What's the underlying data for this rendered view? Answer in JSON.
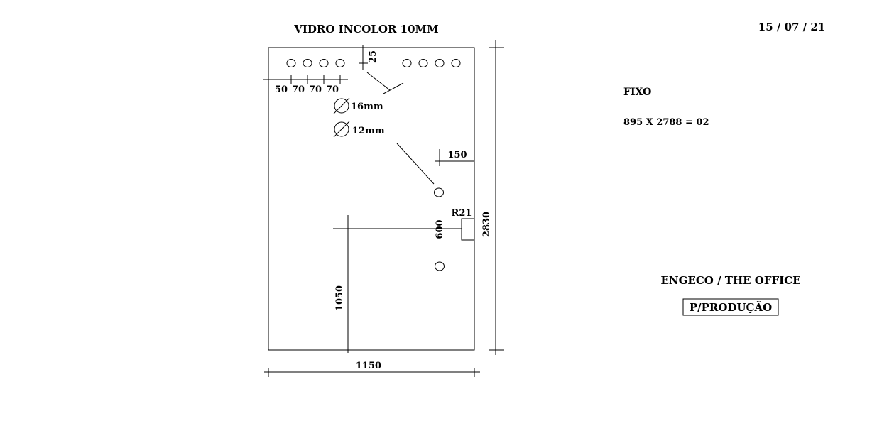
{
  "drawing": {
    "title": "VIDRO INCOLOR 10MM",
    "date": "15 / 07 / 21",
    "type_label": "FIXO",
    "spec": "895 X 2788 = 02",
    "client": "ENGECO / THE OFFICE",
    "status": "P/PRODUÇÃO"
  },
  "dimensions": {
    "top_offset": "25",
    "hole_spacing": [
      "50",
      "70",
      "70",
      "70"
    ],
    "hole_large": "16mm",
    "hole_small": "12mm",
    "side_offset": "150",
    "radius": "R21",
    "cutout_height": "600",
    "total_height": "2830",
    "handle_height": "1050",
    "total_width": "1150"
  }
}
